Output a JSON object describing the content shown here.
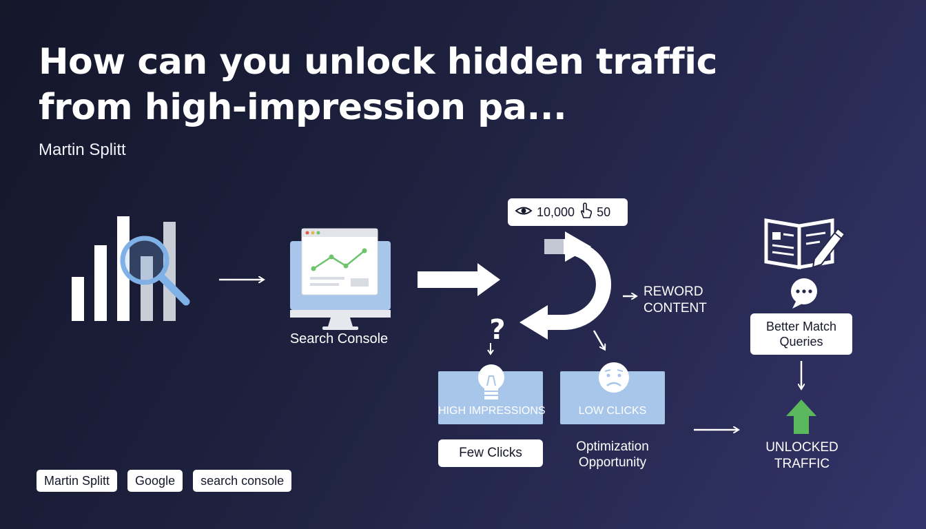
{
  "title": {
    "line1": "How can you unlock hidden traffic",
    "line2": "from high-impression pa..."
  },
  "author": "Martin Splitt",
  "diagram": {
    "search_console_label": "Search Console",
    "metrics": {
      "impressions": "10,000",
      "clicks": "50"
    },
    "reword_label_line1": "REWORD",
    "reword_label_line2": "CONTENT",
    "high_impressions_label": "HIGH IMPRESSIONS",
    "low_clicks_label": "LOW CLICKS",
    "few_clicks_label": "Few Clicks",
    "optimization_line1": "Optimization",
    "optimization_line2": "Opportunity",
    "better_match_line1": "Better Match",
    "better_match_line2": "Queries",
    "unlocked_line1": "UNLOCKED",
    "unlocked_line2": "TRAFFIC"
  },
  "tags": [
    "Martin Splitt",
    "Google",
    "search console"
  ],
  "colors": {
    "background_start": "#14162a",
    "background_end": "#33346a",
    "accent_blue": "#a7c6ea",
    "magnifier_blue": "#7fb0e6",
    "chart_green": "#6cc46c",
    "arrow_green": "#5cb85c",
    "card_white": "#ffffff"
  }
}
